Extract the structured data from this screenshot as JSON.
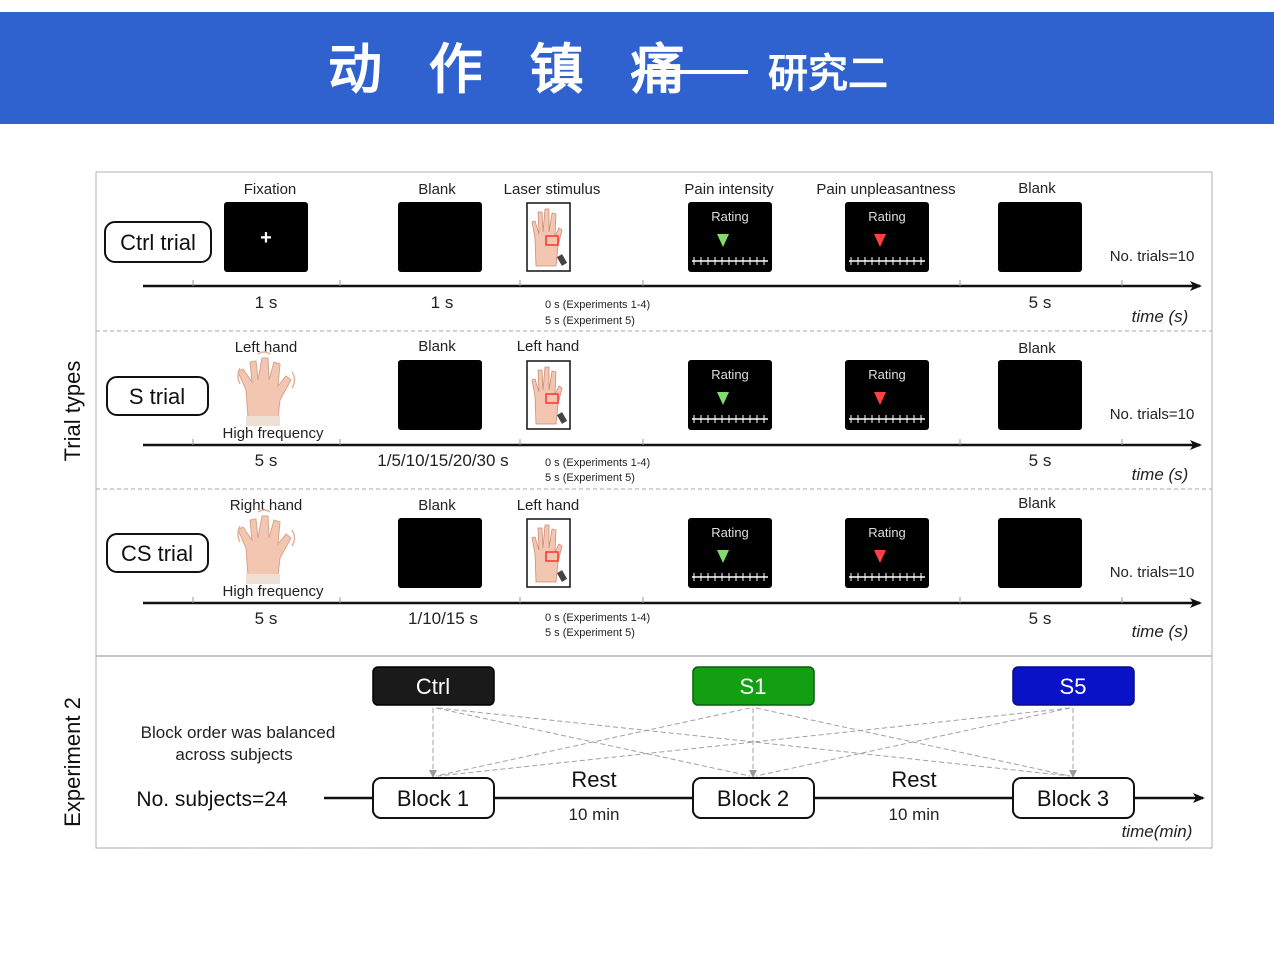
{
  "header": {
    "title": "动 作 镇 痛",
    "subtitle": "研究二",
    "background": "#2f62cf"
  },
  "figure": {
    "side_labels": {
      "trial_types": "Trial types",
      "experiment": "Experiment 2"
    },
    "axis_label": "time (s)",
    "common": {
      "blank": "Blank",
      "rating": "Rating",
      "no_trials": "No. trials=10",
      "last_duration": "5 s",
      "exp_1_4": "0 s (Experiments 1-4)",
      "exp_5": "5 s (Experiment 5)",
      "high_frequency": "High frequency"
    },
    "trials": [
      {
        "name": "Ctrl trial",
        "first_label": "Fixation",
        "fixation_symbol": "+",
        "third_label": "Laser stimulus",
        "rating1_label": "Pain intensity",
        "rating2_label": "Pain unpleasantness",
        "first_duration": "1 s",
        "second_duration": "1 s"
      },
      {
        "name": "S trial",
        "first_label": "Left hand",
        "third_label": "Left hand",
        "first_duration": "5 s",
        "second_duration": "1/5/10/15/20/30 s"
      },
      {
        "name": "CS trial",
        "first_label": "Right hand",
        "third_label": "Left hand",
        "first_duration": "5 s",
        "second_duration": "1/10/15 s"
      }
    ],
    "experiment": {
      "conditions": [
        {
          "label": "Ctrl",
          "color": "#1a1a1a"
        },
        {
          "label": "S1",
          "color": "#12a012"
        },
        {
          "label": "S5",
          "color": "#0a12c8"
        }
      ],
      "note_line1": "Block order was balanced",
      "note_line2": "across subjects",
      "subjects": "No. subjects=24",
      "blocks": [
        "Block 1",
        "Block 2",
        "Block 3"
      ],
      "rest_label": "Rest",
      "rest_duration": "10 min",
      "axis_label": "time(min)"
    },
    "colors": {
      "rating_up_marker": "#7ddc6a",
      "rating_down_marker": "#ff4040",
      "laser_spot": "#ff3a3a",
      "hand": "#f2c6b0"
    }
  }
}
